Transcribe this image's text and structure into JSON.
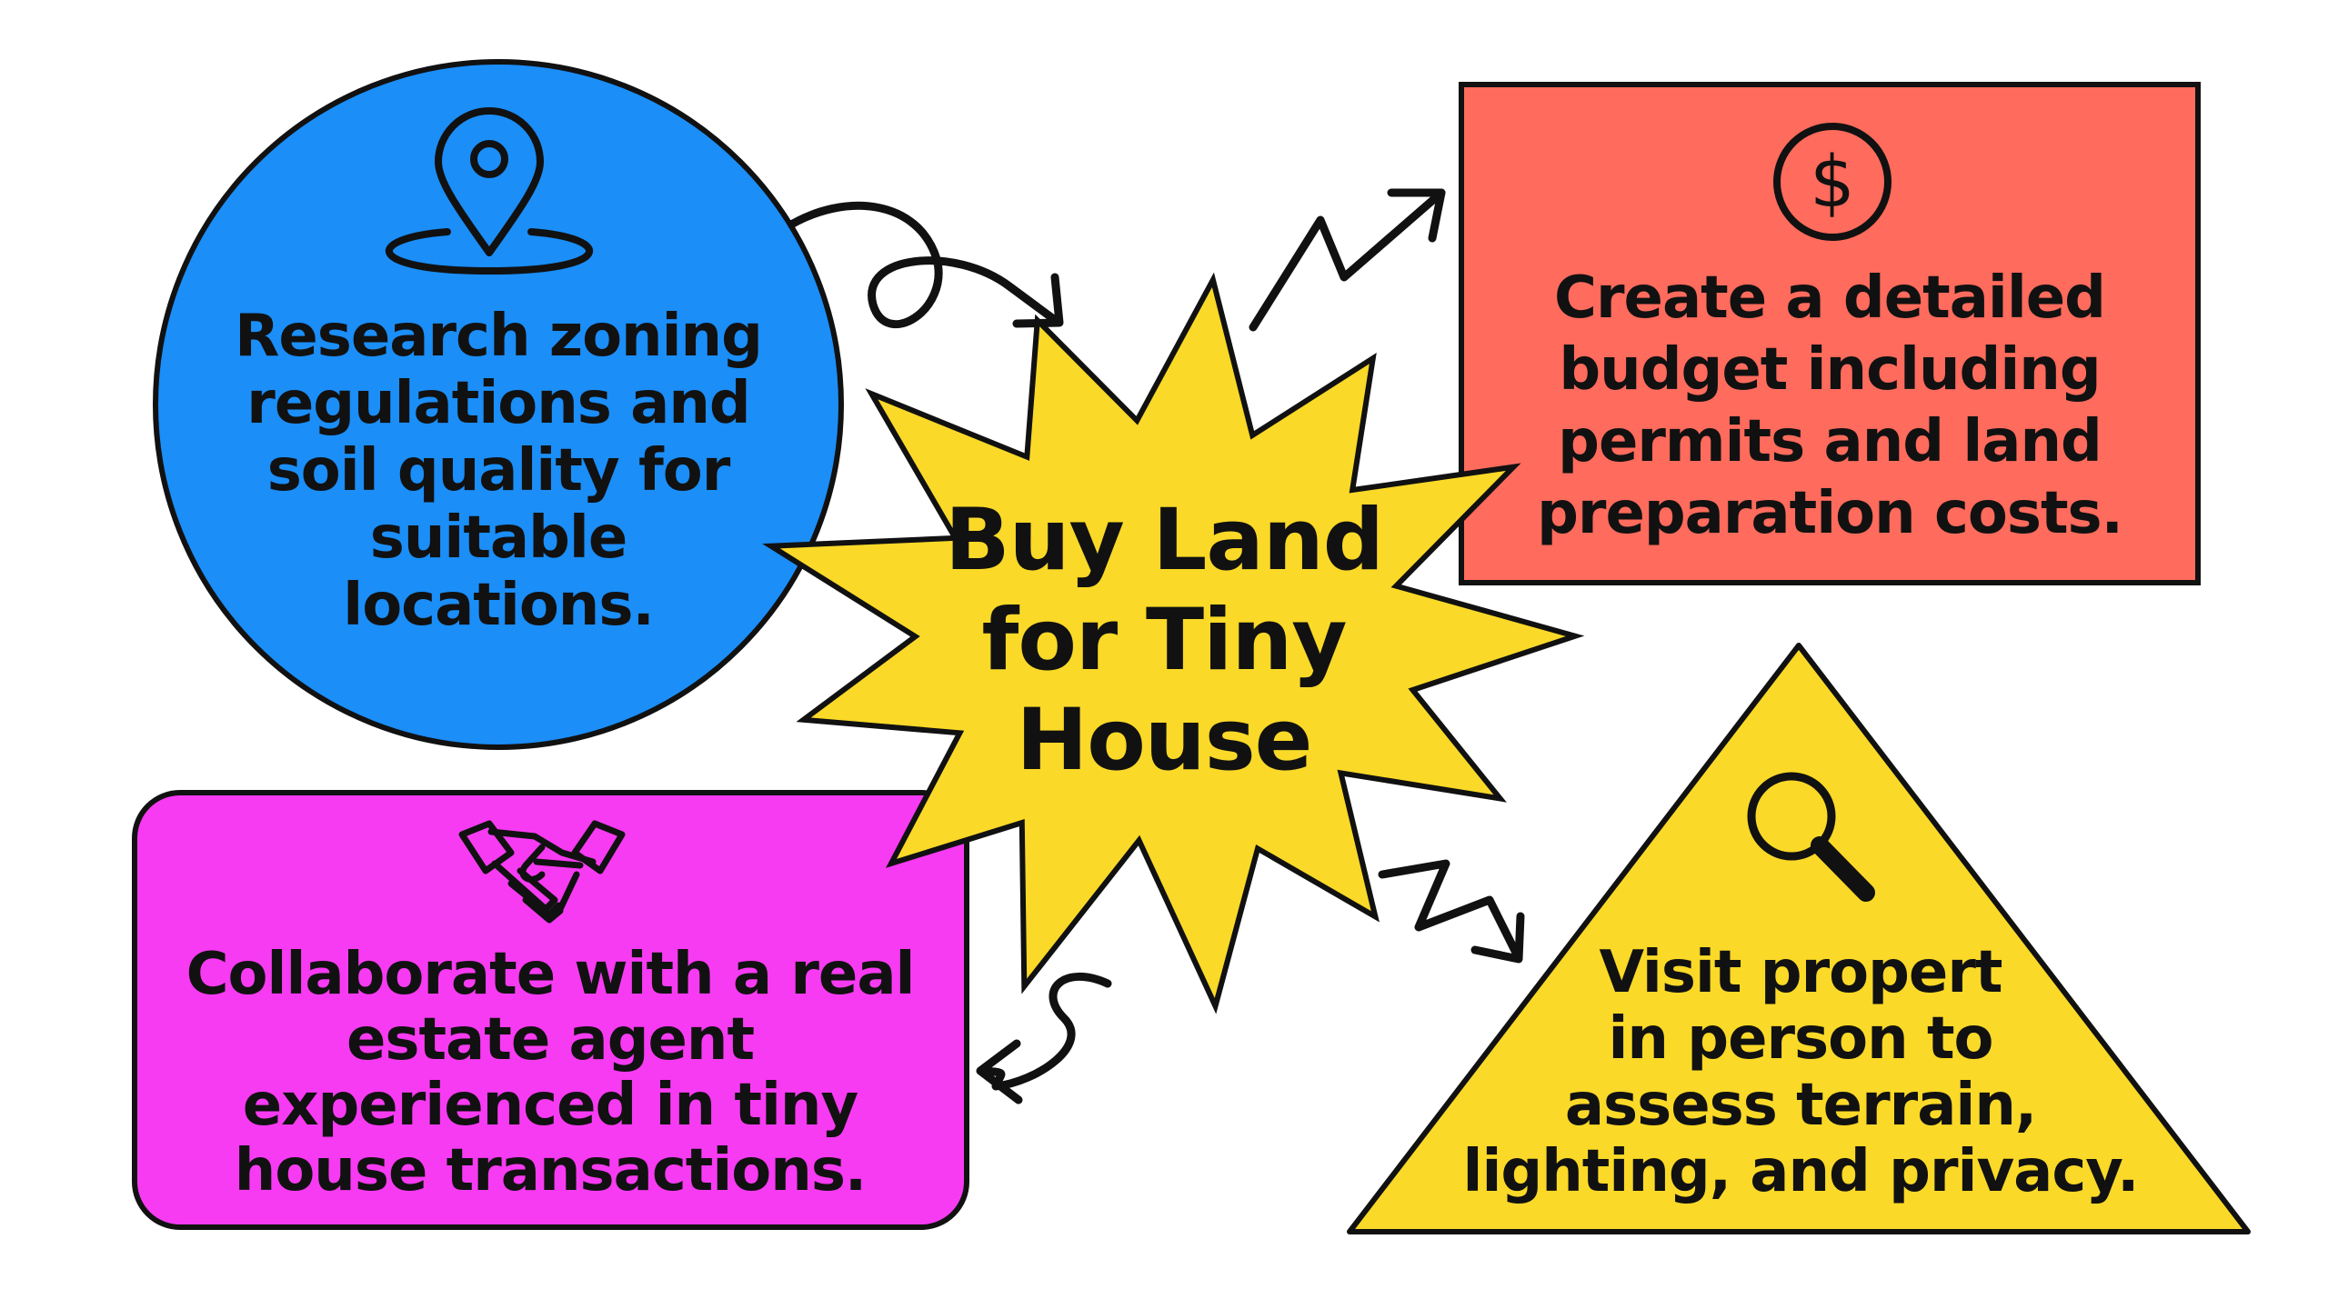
{
  "colors": {
    "outline": "#111111",
    "circle_fill": "#1B8EF8",
    "box_fill": "#FF6B5C",
    "star_fill": "#FAD928",
    "rounded_fill": "#F73BF2",
    "triangle_fill": "#FAD928",
    "text": "#111111"
  },
  "center": {
    "lines": [
      "Buy Land",
      "for Tiny",
      "House"
    ]
  },
  "research": {
    "icon": "location-pin-icon",
    "lines": [
      "Research zoning",
      "regulations and",
      "soil quality for",
      "suitable",
      "locations."
    ]
  },
  "budget": {
    "icon": "dollar-coin-icon",
    "lines": [
      "Create a detailed",
      "budget including",
      "permits and land",
      "preparation costs."
    ]
  },
  "agent": {
    "icon": "handshake-icon",
    "lines": [
      "Collaborate with a real",
      "estate agent",
      "experienced in tiny",
      "house transactions."
    ]
  },
  "visit": {
    "icon": "magnifier-icon",
    "lines": [
      "Visit propert",
      "in person to",
      "assess terrain,",
      "lighting, and privacy."
    ]
  }
}
